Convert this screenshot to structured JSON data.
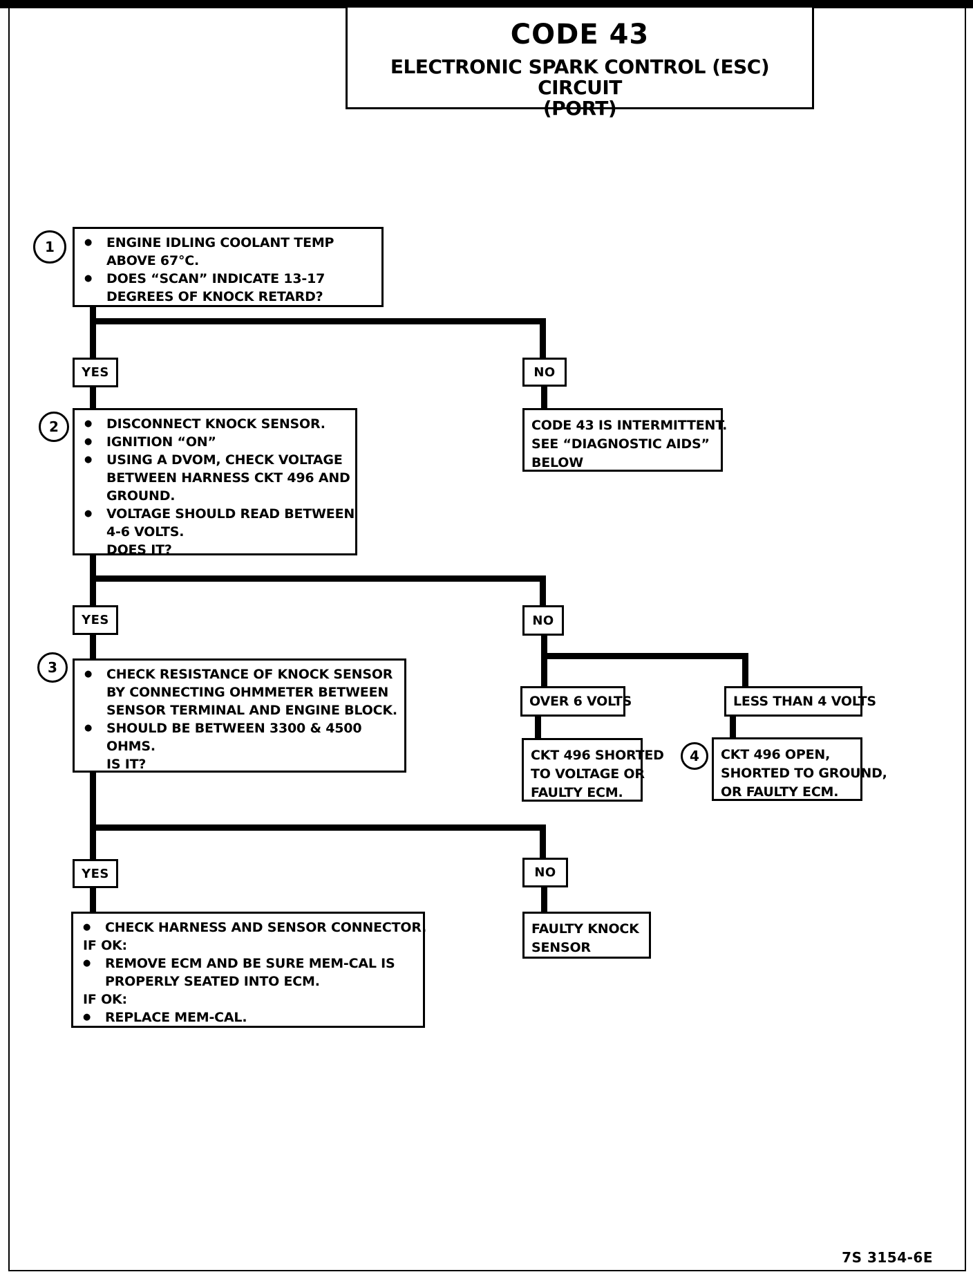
{
  "glyphs": {
    "bullet": "●"
  },
  "header": {
    "code": "CODE 43",
    "subtitle": "ELECTRONIC SPARK CONTROL (ESC) CIRCUIT",
    "subtitle2": "(PORT)"
  },
  "labels": {
    "yes": "YES",
    "no": "NO"
  },
  "steps": {
    "step1": {
      "number": "1",
      "rows": [
        {
          "text": "ENGINE IDLING COOLANT TEMP"
        },
        {
          "text": "ABOVE 67°C."
        },
        {
          "text": "DOES “SCAN” INDICATE 13-17"
        },
        {
          "text": "DEGREES OF KNOCK RETARD?"
        }
      ]
    },
    "step2": {
      "number": "2",
      "rows": [
        {
          "text": "DISCONNECT KNOCK SENSOR."
        },
        {
          "text": "IGNITION “ON”"
        },
        {
          "text": "USING A DVOM, CHECK VOLTAGE"
        },
        {
          "text": "BETWEEN HARNESS CKT 496 AND"
        },
        {
          "text": "GROUND."
        },
        {
          "text": "VOLTAGE SHOULD READ BETWEEN"
        },
        {
          "text": "4-6 VOLTS."
        },
        {
          "text": "DOES IT?"
        }
      ]
    },
    "step3": {
      "number": "3",
      "rows": [
        {
          "text": "CHECK RESISTANCE OF KNOCK SENSOR"
        },
        {
          "text": "BY CONNECTING OHMMETER BETWEEN"
        },
        {
          "text": "SENSOR TERMINAL AND ENGINE BLOCK."
        },
        {
          "text": "SHOULD BE BETWEEN 3300 & 4500"
        },
        {
          "text": "OHMS."
        },
        {
          "text": "IS IT?"
        }
      ]
    },
    "step4": {
      "number": "4"
    },
    "final": {
      "rows": [
        {
          "text": "CHECK HARNESS AND SENSOR CONNECTOR."
        },
        {
          "text": "IF OK:"
        },
        {
          "text": "REMOVE ECM AND BE SURE MEM-CAL IS"
        },
        {
          "text": "PROPERLY SEATED INTO ECM."
        },
        {
          "text": "IF OK:"
        },
        {
          "text": "REPLACE MEM-CAL."
        }
      ]
    }
  },
  "outcomes": {
    "intermittent": {
      "rows": [
        {
          "text": "CODE 43 IS INTERMITTENT."
        },
        {
          "text": "SEE “DIAGNOSTIC AIDS”"
        },
        {
          "text": "BELOW"
        }
      ]
    },
    "over_6_volts": {
      "text": "OVER 6 VOLTS"
    },
    "less_than_4_volts": {
      "text": "LESS THAN 4 VOLTS"
    },
    "ckt_shorted": {
      "rows": [
        {
          "text": "CKT 496 SHORTED"
        },
        {
          "text": "TO VOLTAGE OR"
        },
        {
          "text": "FAULTY ECM."
        }
      ]
    },
    "ckt_open": {
      "rows": [
        {
          "text": "CKT 496 OPEN,"
        },
        {
          "text": "SHORTED TO GROUND,"
        },
        {
          "text": "OR FAULTY ECM."
        }
      ]
    },
    "faulty_knock_sensor": {
      "rows": [
        {
          "text": "FAULTY KNOCK"
        },
        {
          "text": "SENSOR"
        }
      ]
    }
  },
  "footer": {
    "doc_ref": "7S 3154-6E"
  }
}
